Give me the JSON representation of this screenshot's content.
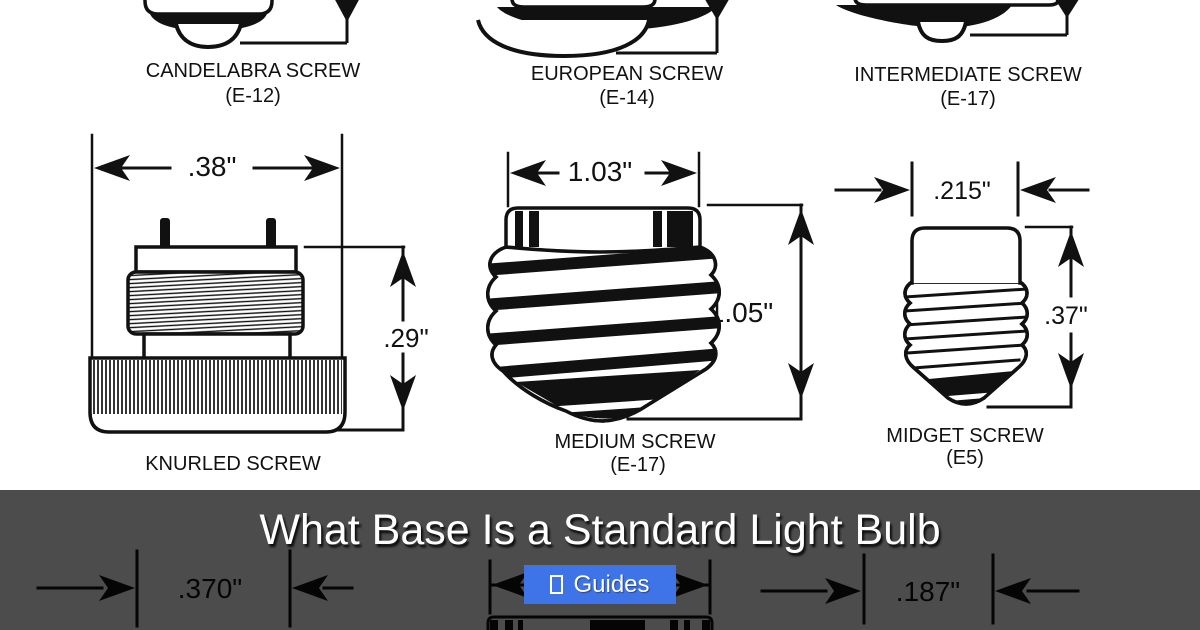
{
  "banner": {
    "title": "What Base Is a Standard Light Bulb",
    "button_label": "Guides"
  },
  "diagrams": {
    "candelabra": {
      "name": "CANDELABRA SCREW",
      "code": "(E-12)"
    },
    "european": {
      "name": "EUROPEAN SCREW",
      "code": "(E-14)"
    },
    "intermediate": {
      "name": "INTERMEDIATE SCREW",
      "code": "(E-17)"
    },
    "knurled": {
      "name": "KNURLED SCREW"
    },
    "medium": {
      "name": "MEDIUM SCREW",
      "code": "(E-17)"
    },
    "midget": {
      "name": "MIDGET SCREW",
      "code": "(E5)"
    }
  },
  "dimensions": {
    "knurled_width": ".38\"",
    "knurled_height": ".29\"",
    "medium_width": "1.03\"",
    "medium_height": "1.05\"",
    "midget_width": ".215\"",
    "midget_height": ".37\"",
    "bottom_left": ".370\"",
    "bottom_right": ".187\""
  },
  "icons": {
    "guides_button_icon": "missing-glyph-box"
  },
  "colors": {
    "accent_blue": "#3E74E8",
    "line_black": "#111111",
    "overlay": "rgba(0,0,0,0.70)",
    "title_white": "#ffffff"
  }
}
